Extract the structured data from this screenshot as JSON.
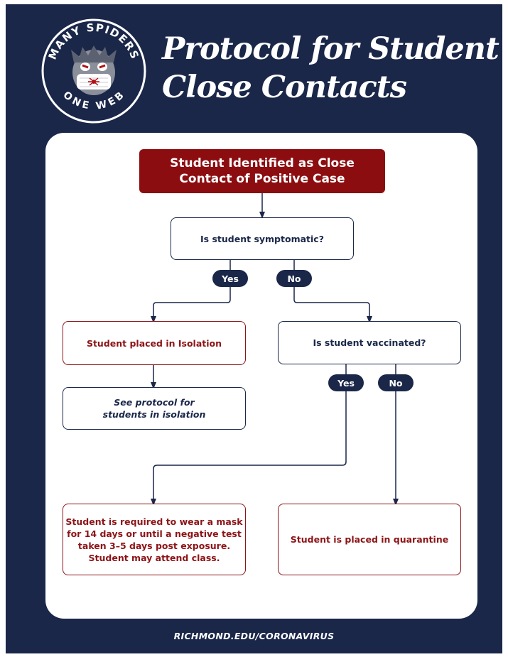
{
  "logo": {
    "top_text": "MANY SPIDERS",
    "bottom_text": "ONE WEB",
    "mascot": "spider-mascot-with-mask"
  },
  "header": {
    "title_line1": "Protocol for Student",
    "title_line2": "Close Contacts"
  },
  "flowchart": {
    "start": {
      "line1": "Student Identified as Close",
      "line2": "Contact of Positive Case"
    },
    "q_symptomatic": "Is student symptomatic?",
    "branch1": {
      "yes": "Yes",
      "no": "No"
    },
    "isolation": "Student placed in Isolation",
    "see_protocol": {
      "line1": "See protocol for",
      "line2": "students in isolation"
    },
    "q_vaccinated": "Is student vaccinated?",
    "branch2": {
      "yes": "Yes",
      "no": "No"
    },
    "mask_outcome": {
      "line1": "Student is required to wear a mask",
      "line2": "for 14 days or until a negative test",
      "line3": "taken 3–5 days post exposure.",
      "line4": "Student may attend class."
    },
    "quarantine": "Student is placed in quarantine"
  },
  "footer": {
    "url": "RICHMOND.EDU/CORONAVIRUS"
  },
  "colors": {
    "navy": "#1a2749",
    "red": "#8c0d10",
    "white": "#ffffff"
  }
}
